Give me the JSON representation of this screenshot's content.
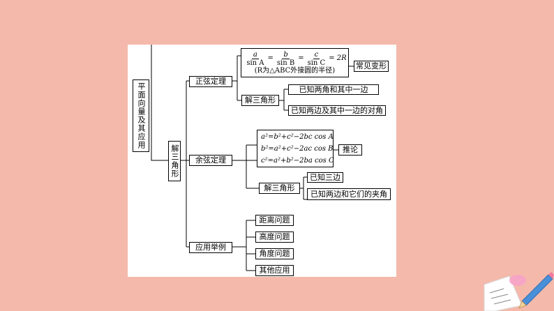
{
  "root": {
    "label": "平面向量及其应用"
  },
  "main": {
    "label": "解三角形"
  },
  "branches": {
    "sine": {
      "label": "正弦定理",
      "formula": {
        "a": "a",
        "sinA": "sin A",
        "eq1": "=",
        "b": "b",
        "sinB": "sin B",
        "eq2": "=",
        "c": "c",
        "sinC": "sin C",
        "rhs": "= 2R",
        "note": "(R为△ABC外接圆的半径)"
      },
      "transform": "常见变形",
      "solve": "解三角形",
      "solve_items": [
        "已知两角和其中一边",
        "已知两边及其中一边的对角"
      ]
    },
    "cosine": {
      "label": "余弦定理",
      "formulas": [
        "a²=b²+c²−2bc cos A",
        "b²=a²+c²−2ac cos B",
        "c²=a²+b²−2ba cos C"
      ],
      "corollary": "推论",
      "solve": "解三角形",
      "solve_items": [
        "已知三边",
        "已知两边和它们的夹角"
      ]
    },
    "apply": {
      "label": "应用举例",
      "items": [
        "距离问题",
        "高度问题",
        "角度问题",
        "其他应用"
      ]
    }
  },
  "colors": {
    "background": "#f4b9aa",
    "panel": "#ffffff",
    "line": "#000000"
  }
}
